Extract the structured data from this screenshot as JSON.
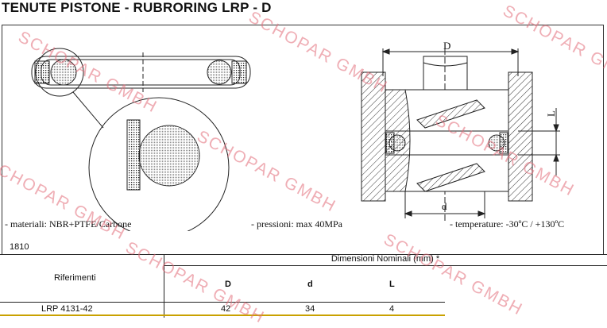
{
  "title": "TENUTE PISTONE - RUBRORING  LRP - D",
  "drawing": {
    "label_D": "D",
    "label_d": "d",
    "label_L": "L"
  },
  "specs": {
    "materials": "- materiali: NBR+PTFE/Carbone",
    "pressure": "- pressioni: max 40MPa",
    "temperature": "- temperature: -30ºC / +130ºC"
  },
  "code": "1810",
  "table": {
    "group_header": "Dimensioni Nominali (mm) *",
    "ref_header": "Riferimenti",
    "columns": [
      "D",
      "d",
      "L"
    ],
    "rows": [
      {
        "ref": "LRP 4131-42",
        "D": "42",
        "d": "34",
        "L": "4"
      }
    ]
  },
  "watermark": "SCHOPAR GMBH",
  "watermark_color": "#e26c78"
}
